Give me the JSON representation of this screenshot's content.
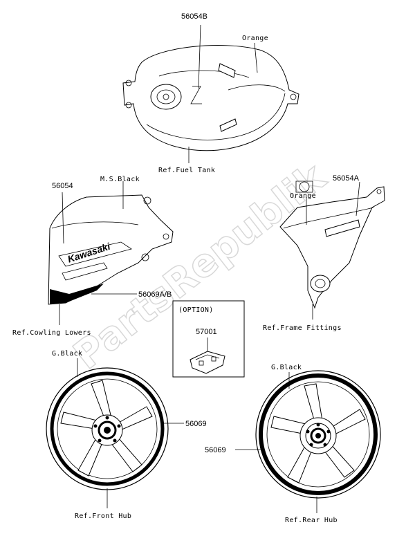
{
  "watermark": "PartsRepublik",
  "fuel_tank": {
    "part_number": "56054B",
    "color": "Orange",
    "ref": "Ref.Fuel Tank"
  },
  "cowling": {
    "part_number_top": "56054",
    "color": "M.S.Black",
    "part_number_side": "56069A/B",
    "ref": "Ref.Cowling Lowers",
    "decal_text": "Kawasaki"
  },
  "frame_cover": {
    "part_number": "56054A",
    "color": "Orange",
    "ref": "Ref.Frame Fittings"
  },
  "option": {
    "title": "(OPTION)",
    "part_number": "57001"
  },
  "front_wheel": {
    "color": "G.Black",
    "part_number": "56069",
    "ref": "Ref.Front Hub"
  },
  "rear_wheel": {
    "color": "G.Black",
    "part_number": "56069",
    "ref": "Ref.Rear Hub"
  }
}
